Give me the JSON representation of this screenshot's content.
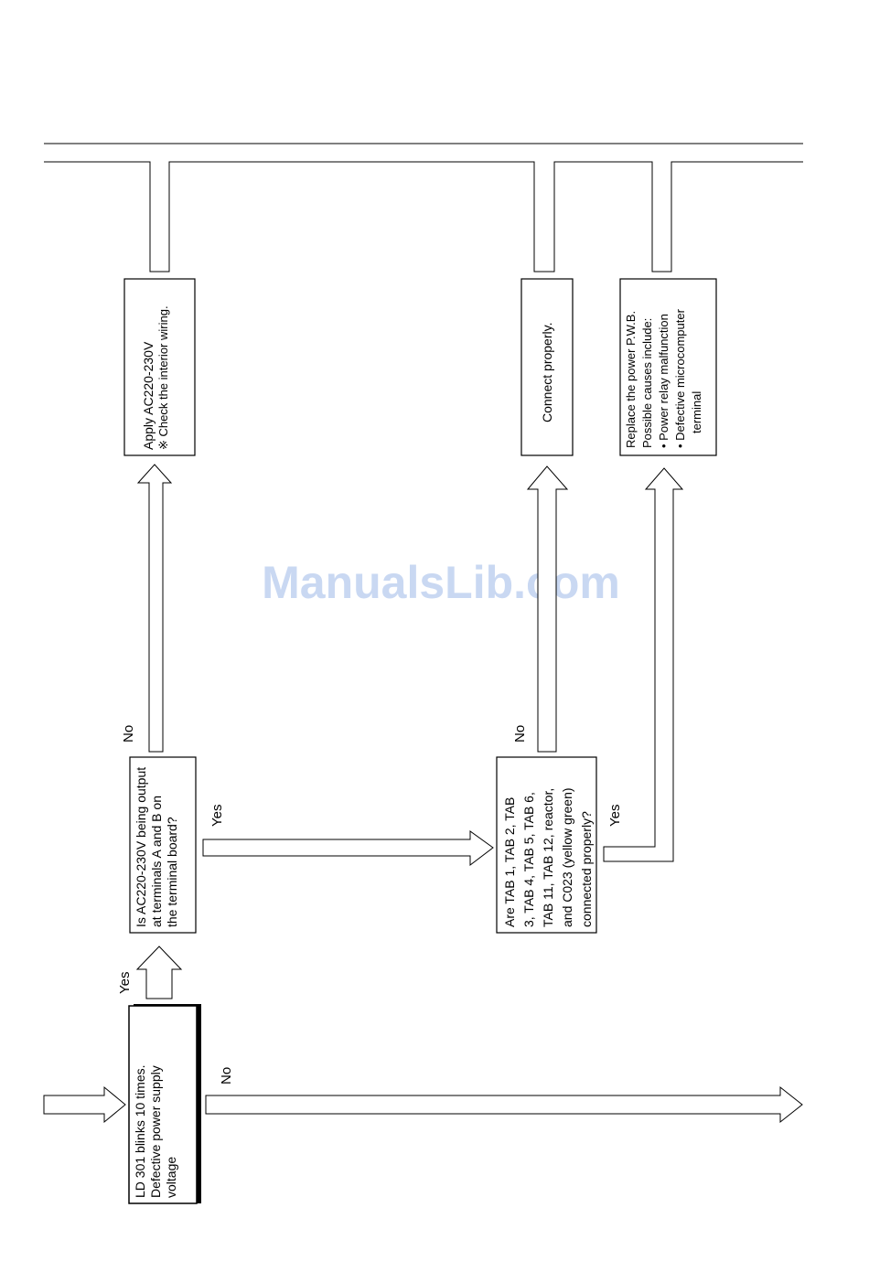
{
  "watermark": "ManualsLib.com",
  "boxes": {
    "ld301": [
      "LD 301 blinks 10 times.",
      "Defective power supply",
      "voltage"
    ],
    "ac_output": [
      "Is AC220-230V being output",
      "at terminals A and B on",
      "the terminal board?"
    ],
    "apply_ac": [
      "Apply AC220-230V",
      "※ Check the interior wiring."
    ],
    "tabs": [
      "Are TAB 1, TAB 2, TAB",
      "3, TAB 4, TAB 5, TAB 6,",
      "TAB 11, TAB 12, reactor,",
      "and C023 (yellow green)",
      "connected properly?"
    ],
    "connect": [
      "Connect properly."
    ],
    "replace": [
      "Replace the power P.W.B.",
      "Possible causes include:",
      "• Power relay malfunction",
      "• Defective microcomputer",
      "terminal"
    ]
  },
  "labels": {
    "yes_1": "Yes",
    "no_1": "No",
    "no_2": "No",
    "yes_2": "Yes",
    "no_3": "No",
    "yes_3": "Yes"
  }
}
